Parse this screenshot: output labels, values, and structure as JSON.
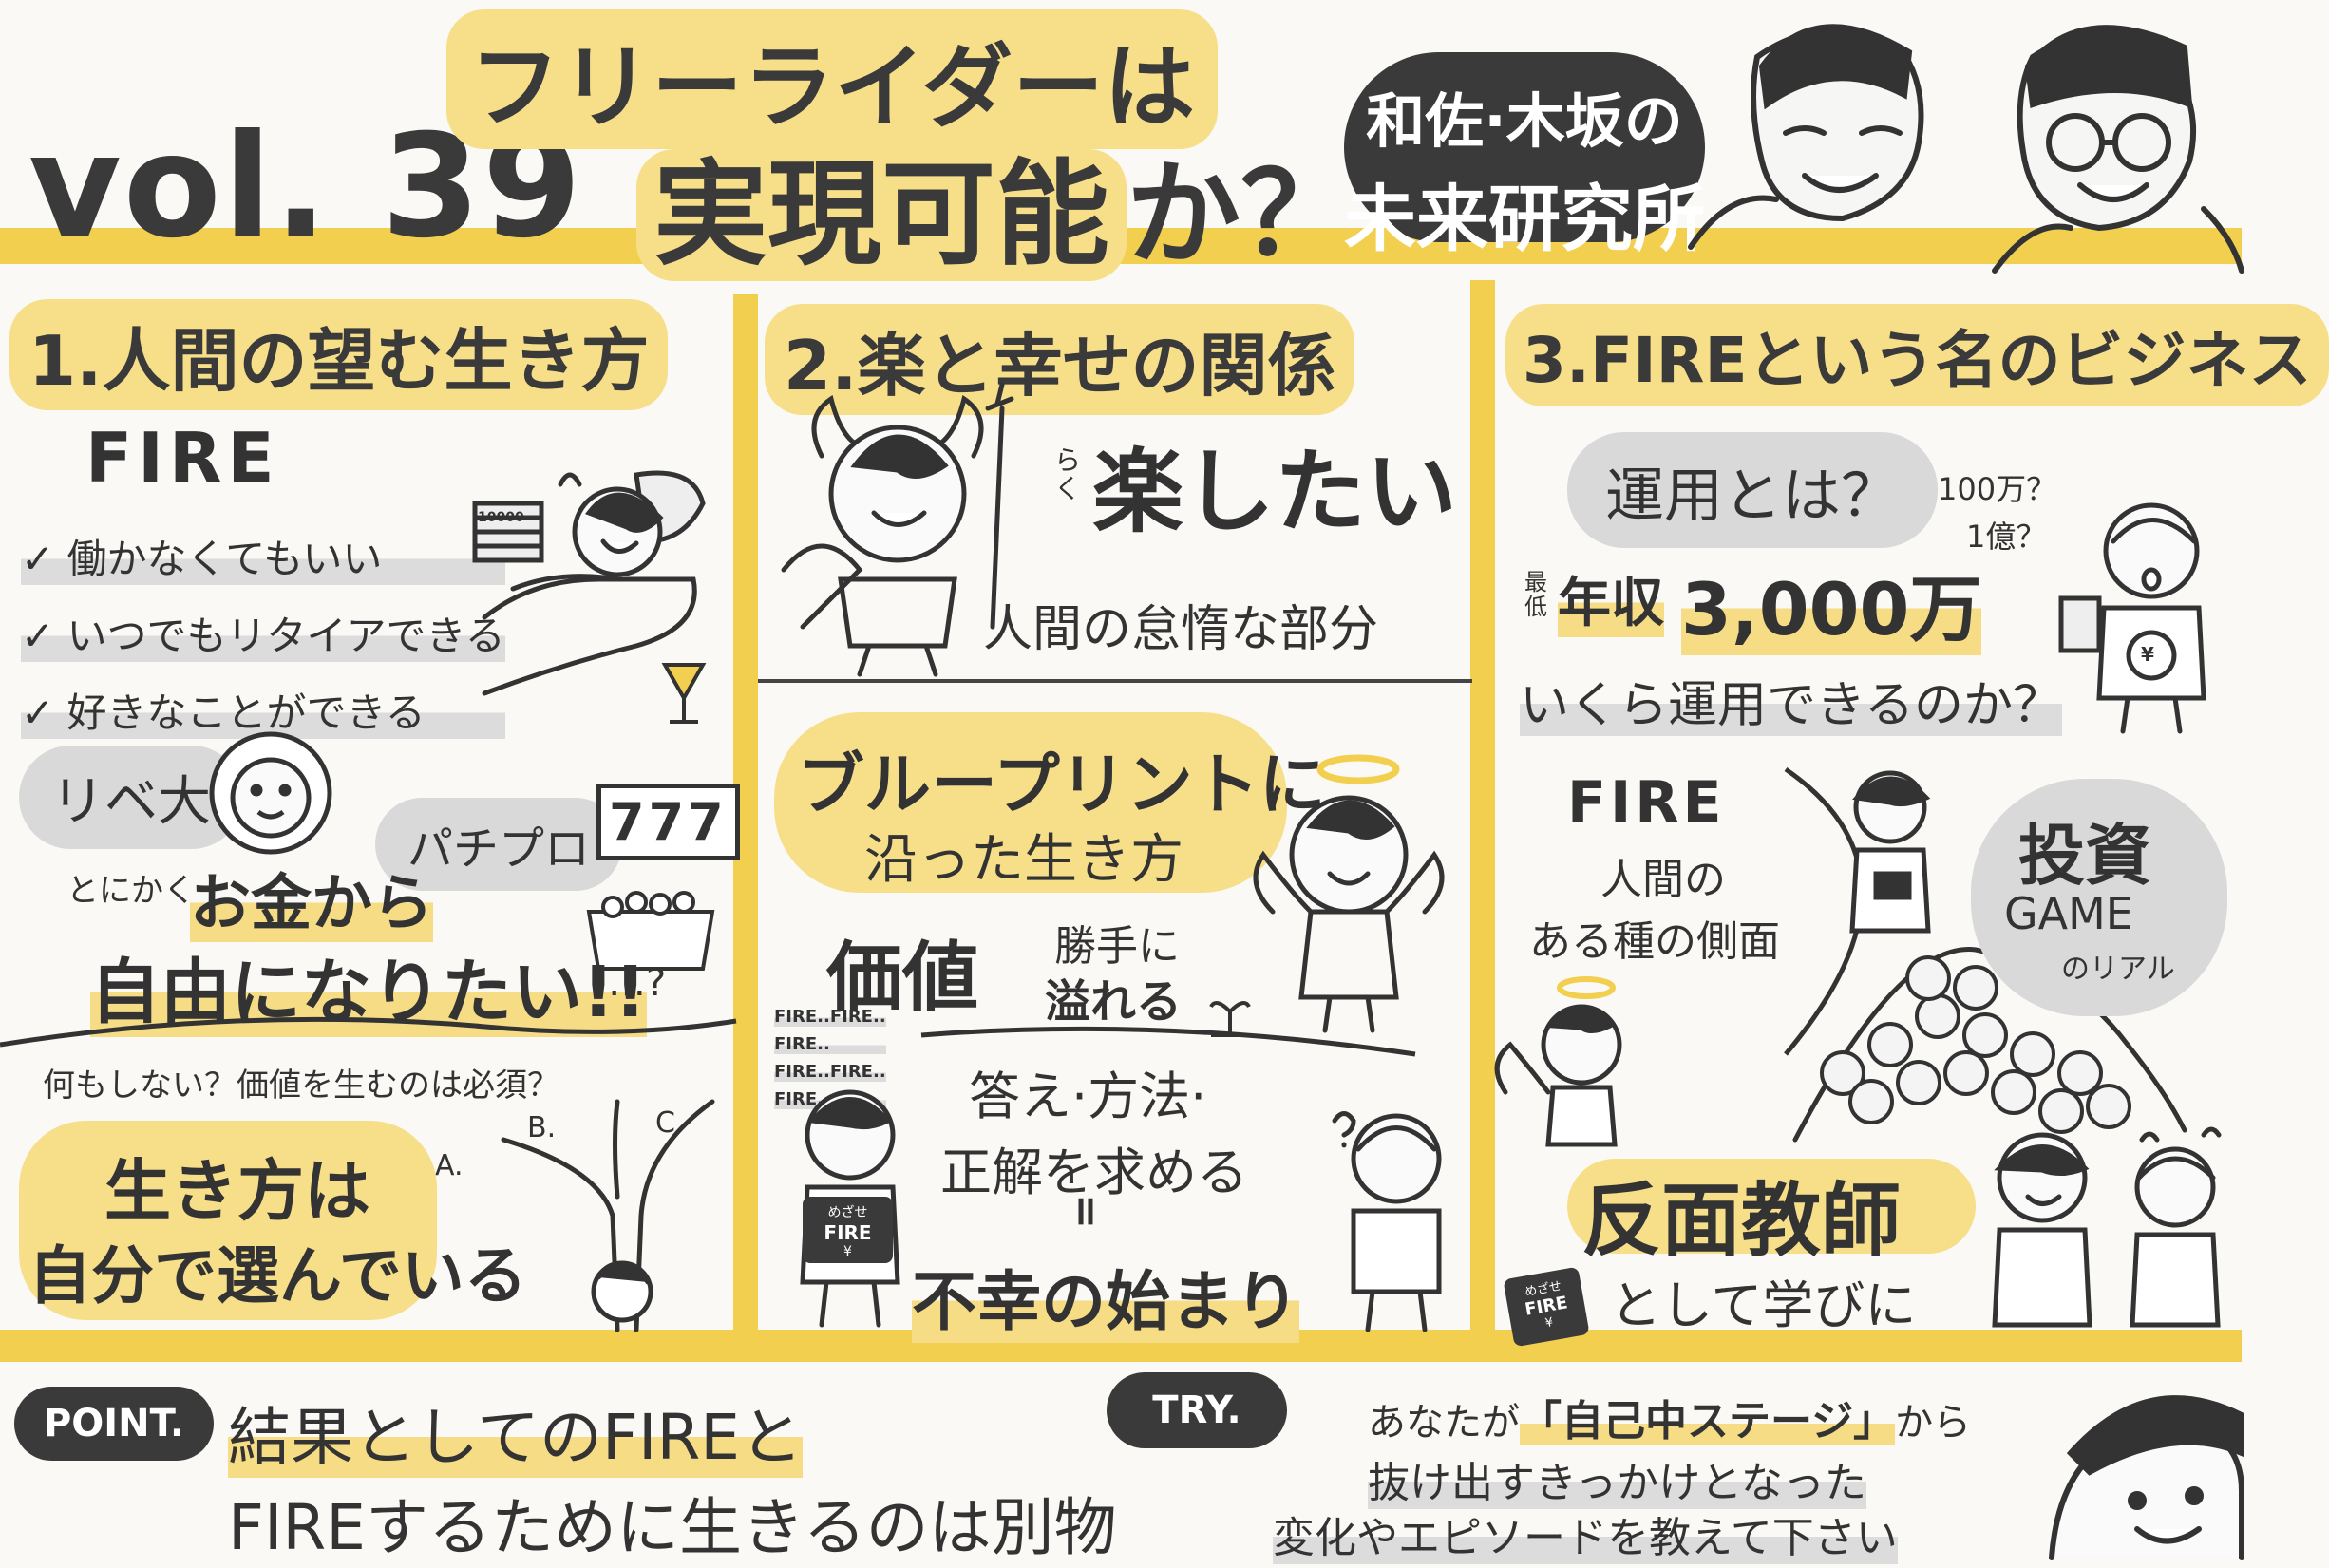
{
  "header": {
    "vol": "vol. 39",
    "title_line1": "フリーライダーは",
    "title_line2_main": "実現可能",
    "title_line2_tail": "か？",
    "lab_line1": "和佐·木坂の",
    "lab_line2": "未来研究所"
  },
  "section1": {
    "heading": "1.人間の望む生き方",
    "fire": "FIRE",
    "bullets": [
      "働かなくてもいい",
      "いつでもリタイアできる",
      "好きなことができる"
    ],
    "note_bill": "10000",
    "label_ribedai": "リベ大",
    "label_pachipro": "パチプロ",
    "slot": "777",
    "tonikaku": "とにかく",
    "okane": "お金から",
    "jiyuu": "自由になりたい!!",
    "ellipsis": "…?",
    "question": "何もしない？価値を生むのは必須？",
    "branch_a": "A.",
    "branch_b": "B.",
    "branch_c": "C.",
    "ikikata1": "生き方は",
    "ikikata2": "自分で選んでいる"
  },
  "section2": {
    "heading": "2.楽と幸せの関係",
    "raku_small": "らく",
    "raku_big": "楽したい",
    "taida": "人間の怠惰な部分",
    "blueprint1": "ブループリントに",
    "blueprint2": "沿った生き方",
    "kachi": "価値",
    "katte1": "勝手に",
    "katte2": "溢れる",
    "fire_rows": [
      "FIRE..FIRE..",
      "FIRE..",
      "FIRE..FIRE..",
      "FIRE.."
    ],
    "shirt1": "めざせ",
    "shirt2": "FIRE",
    "shirt3": "¥",
    "kotae1": "答え·方法·",
    "kotae2": "正解を求める",
    "equal": "=",
    "fukou": "不幸の始まり"
  },
  "section3": {
    "heading": "3.FIREという名のビジネス",
    "unyou_q": "運用とは？",
    "thought1": "100万？",
    "thought2": "1億？",
    "saitei": "最低",
    "nenshu_label": "年収",
    "nenshu_value": "3,000万",
    "ikura": "いくら運用できるのか？",
    "fire": "FIRE",
    "ningen": "人間の",
    "aru": "ある種の側面",
    "toushi": "投資",
    "game": "GAME",
    "real": "のリアル",
    "hanmen": "反面教師",
    "manabi": "として学びに",
    "sign1": "めざせ",
    "sign2": "FIRE",
    "sign3": "¥"
  },
  "bottom": {
    "point_label": "POINT.",
    "point_line1": "結果としてのFIREと",
    "point_line2": "FIREするために生きるのは別物",
    "try_label": "TRY.",
    "try_line1_pre": "あなたが",
    "try_line1_em": "「自己中ステージ」",
    "try_line1_post": "から",
    "try_line2": "抜け出すきっかけとなった",
    "try_line3": "変化やエピソードを教えて下さい"
  },
  "colors": {
    "accent_yellow": "#f2cf4f",
    "highlight_yellow": "#f7df8a",
    "gray_bubble": "#d9d9d9",
    "ink": "#333333"
  }
}
